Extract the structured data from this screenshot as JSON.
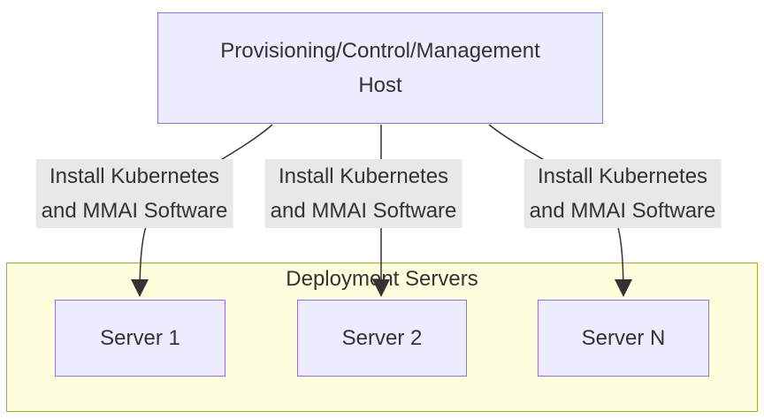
{
  "diagram": {
    "title": "Deployment Servers diagram",
    "colors": {
      "node_fill": "#ECECFF",
      "node_border": "#9370DB",
      "cluster_fill": "#FFFFDE",
      "cluster_border": "#AAAA33",
      "edge_label_bg": "#E8E8E8",
      "edge_stroke": "#333333",
      "text": "#333333",
      "background": "#FFFFFF"
    },
    "nodes": {
      "host": {
        "line1": "Provisioning/Control/Management",
        "line2": "Host"
      },
      "server1": {
        "label": "Server 1"
      },
      "server2": {
        "label": "Server 2"
      },
      "serverN": {
        "label": "Server N"
      }
    },
    "cluster": {
      "title": "Deployment Servers"
    },
    "edges": [
      {
        "from": "host",
        "to": "server1",
        "label_line1": "Install Kubernetes",
        "label_line2": "and MMAI Software"
      },
      {
        "from": "host",
        "to": "server2",
        "label_line1": "Install Kubernetes",
        "label_line2": "and MMAI Software"
      },
      {
        "from": "host",
        "to": "serverN",
        "label_line1": "Install Kubernetes",
        "label_line2": "and MMAI Software"
      }
    ]
  }
}
